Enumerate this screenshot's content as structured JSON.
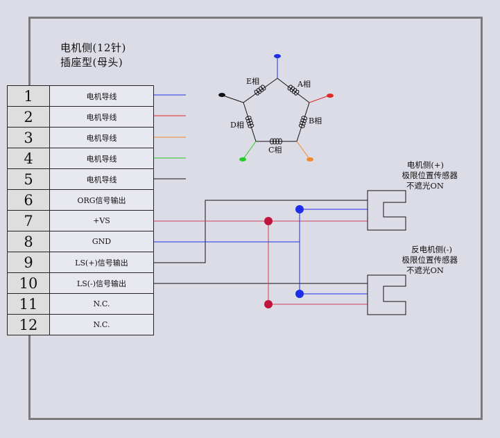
{
  "title": {
    "line1": "电机侧(12针)",
    "line2": "插座型(母头)"
  },
  "pins": [
    {
      "no": "1",
      "label": "电机导线"
    },
    {
      "no": "2",
      "label": "电机导线"
    },
    {
      "no": "3",
      "label": "电机导线"
    },
    {
      "no": "4",
      "label": "电机导线"
    },
    {
      "no": "5",
      "label": "电机导线"
    },
    {
      "no": "6",
      "label": "ORG信号输出"
    },
    {
      "no": "7",
      "label": "+VS"
    },
    {
      "no": "8",
      "label": "GND"
    },
    {
      "no": "9",
      "label": "LS(+)信号输出"
    },
    {
      "no": "10",
      "label": "LS(-)信号输出"
    },
    {
      "no": "11",
      "label": "N.C."
    },
    {
      "no": "12",
      "label": "N.C."
    }
  ],
  "phases": {
    "a": "A相",
    "b": "B相",
    "c": "C相",
    "d": "D相",
    "e": "E相"
  },
  "sensor_plus": {
    "line1": "电机侧(+)",
    "line2": "极限位置传感器",
    "line3": "不遮光ON"
  },
  "sensor_minus": {
    "line1": "反电机侧(-)",
    "line2": "极限位置传感器",
    "line3": "不遮光ON"
  },
  "colors": {
    "blue": "#1e2ee8",
    "red": "#e02828",
    "orange": "#f08a2a",
    "green": "#22cc22",
    "black": "#111111",
    "junction_red": "#c0143c",
    "wire_red": "#d2405a"
  }
}
